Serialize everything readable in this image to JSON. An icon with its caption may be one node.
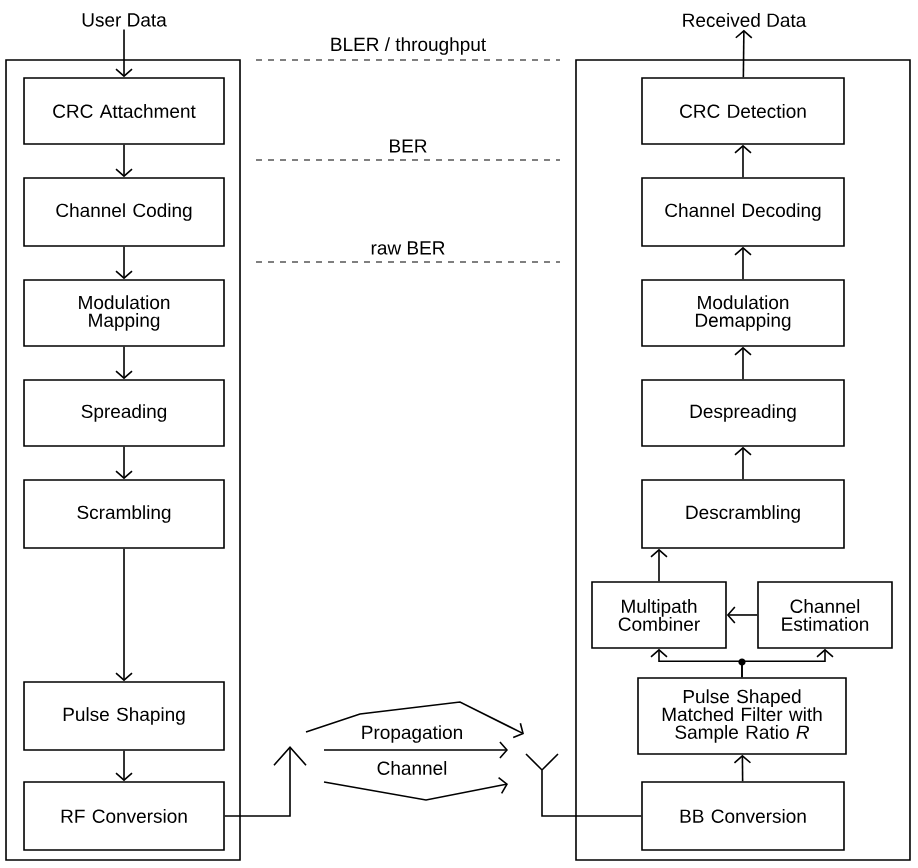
{
  "diagram": {
    "nodes": [
      {
        "text": [
          "User Data"
        ]
      },
      {
        "text": [],
        "shape": "box"
      },
      {
        "text": [
          "CRC Attachment"
        ],
        "in": 1
      },
      {
        "text": [
          "Channel Coding"
        ],
        "in": 1
      },
      {
        "text": [
          "Modulation Mapping"
        ],
        "in": 1
      },
      {
        "text": [
          "Spreading"
        ],
        "in": 1
      },
      {
        "text": [
          "Scrambling"
        ],
        "in": 1
      },
      {
        "text": [
          "Pulse Shaping"
        ],
        "in": 1
      },
      {
        "text": [
          "RF Conversion"
        ],
        "in": 1
      },
      {
        "text": [
          "Received Data"
        ]
      },
      {
        "text": [],
        "shape": "box"
      },
      {
        "text": [
          "CRC Detection"
        ],
        "in": 10
      },
      {
        "text": [
          "Channel Decoding"
        ],
        "in": 10
      },
      {
        "text": [
          "Modulation Demapping"
        ],
        "in": 10
      },
      {
        "text": [
          "Despreading"
        ],
        "in": 10
      },
      {
        "text": [
          "Descrambling"
        ],
        "in": 10
      },
      {
        "text": [
          "Multipath Combiner"
        ],
        "in": 10
      },
      {
        "text": [
          "Channel Estimation"
        ],
        "in": 10
      },
      {
        "text": [
          "Pulse Shaped Matched Filter with Sample Ratio *R*"
        ],
        "in": 10
      },
      {
        "text": [
          "BB Conversion"
        ],
        "in": 10
      }
    ],
    "edges": [
      {
        "from": 0,
        "to": 2,
        "arrow": "to"
      },
      {
        "from": 2,
        "to": 3,
        "arrow": "to"
      },
      {
        "from": 3,
        "to": 4,
        "arrow": "to"
      },
      {
        "from": 4,
        "to": 5,
        "arrow": "to"
      },
      {
        "from": 5,
        "to": 6,
        "arrow": "to"
      },
      {
        "from": 6,
        "to": 7,
        "arrow": "to"
      },
      {
        "from": 7,
        "to": 8,
        "arrow": "to"
      },
      {
        "from": 8,
        "to": null,
        "arrow": "to"
      },
      {
        "from": null,
        "to": 19,
        "arrow": "other"
      },
      {
        "from": 19,
        "to": 18,
        "arrow": "to"
      },
      {
        "from": 18,
        "to": 16,
        "arrow": "to"
      },
      {
        "from": 18,
        "to": 17,
        "arrow": "to"
      },
      {
        "from": 17,
        "to": 16,
        "arrow": "to"
      },
      {
        "from": 16,
        "to": 15,
        "arrow": "to"
      },
      {
        "from": 15,
        "to": 14,
        "arrow": "to"
      },
      {
        "from": 14,
        "to": 13,
        "arrow": "to"
      },
      {
        "from": 13,
        "to": 12,
        "arrow": "to"
      },
      {
        "from": 12,
        "to": 11,
        "arrow": "to"
      },
      {
        "from": 11,
        "to": 9,
        "arrow": "to"
      }
    ],
    "labels": [
      "BLER / throughput",
      "BER",
      "raw BER",
      "Propagation",
      "Channel"
    ]
  }
}
